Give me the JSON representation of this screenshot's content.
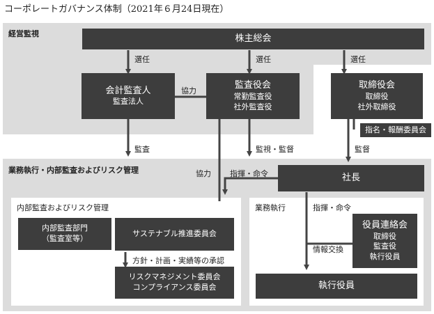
{
  "title": "コーポレートガバナンス体制（2021年６月24日現在）",
  "sections": {
    "supervision": "経営監視",
    "execution": "業務執行・内部監査およびリスク管理",
    "internal_audit": "内部監査およびリスク管理",
    "business_exec": "業務執行"
  },
  "nodes": {
    "shareholders": "株主総会",
    "accounting_auditor": {
      "title": "会計監査人",
      "sub": "監査法人"
    },
    "audit_board": {
      "title": "監査役会",
      "sub1": "常勤監査役",
      "sub2": "社外監査役"
    },
    "board": {
      "title": "取締役会",
      "sub1": "取締役",
      "sub2": "社外取締役"
    },
    "nomination": "指名・報酬委員会",
    "president": "社長",
    "internal_audit_dept": {
      "line1": "内部監査部門",
      "line2": "（監査室等）"
    },
    "sustainability": "サステナブル推進委員会",
    "risk": {
      "line1": "リスクマネジメント委員会",
      "line2": "コンプライアンス委員会"
    },
    "officers_council": {
      "title": "役員連絡会",
      "sub1": "取締役",
      "sub2": "監査役",
      "sub3": "執行役員"
    },
    "executive_officers": "執行役員"
  },
  "edge_labels": {
    "elect1": "選任",
    "elect2": "選任",
    "elect3": "選任",
    "cooperate1": "協力",
    "cooperate2": "協力",
    "audit": "監査",
    "monitor": "監視・監督",
    "supervise": "監督",
    "command1": "指揮・命令",
    "command2": "指揮・命令",
    "approval": "方針・計画・実績等の承認",
    "info_exchange": "情報交換"
  }
}
